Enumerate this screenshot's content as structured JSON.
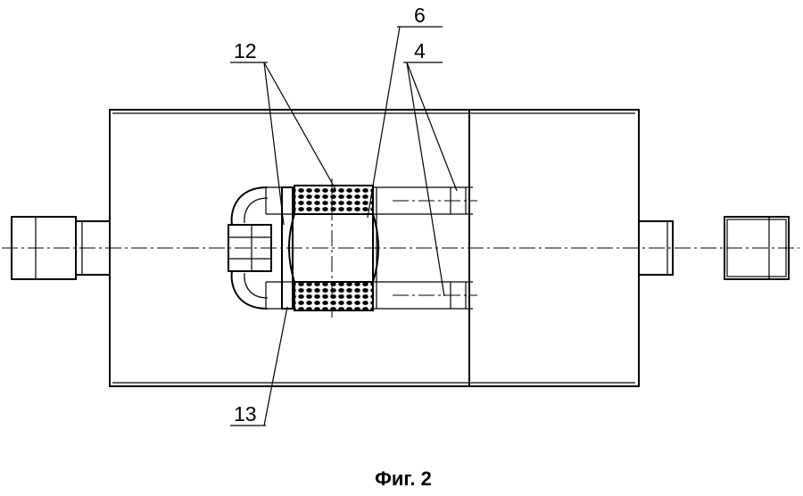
{
  "figure": {
    "caption": "Фиг. 2",
    "callouts": {
      "c12": "12",
      "c6": "6",
      "c4": "4",
      "c13": "13"
    }
  }
}
